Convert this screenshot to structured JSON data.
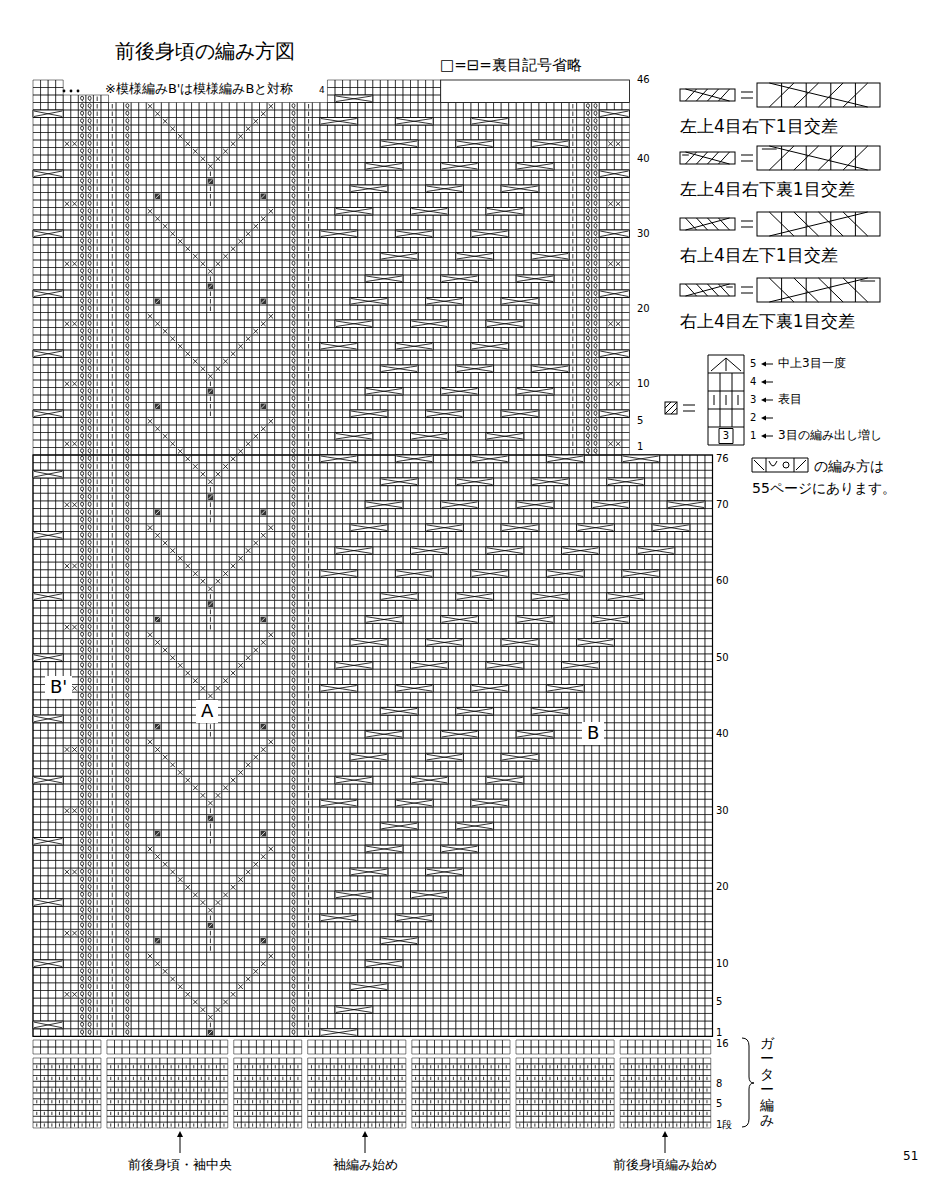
{
  "diagram": {
    "title": "前後身頃の編み方図",
    "labels": [
      "※模様編みB'は模様編みBと対称",
      "□=⊟=裏目記号省略",
      "4",
      "46",
      "40",
      "30",
      "20",
      "10",
      "5",
      "1",
      "76",
      "70",
      "60",
      "50",
      "40",
      "30",
      "20",
      "10",
      "5",
      "1",
      "16",
      "8",
      "5",
      "1段",
      "ガーター編み",
      "B'",
      "A",
      "B",
      "前後身頃・袖中央",
      "袖編み始め",
      "前後身頃編み始め",
      "5",
      "4",
      "3",
      "2",
      "1",
      "中上3目一度",
      "表目",
      "3目の編み出し増し",
      "3",
      "の編み方は 55ページにあります。",
      "51"
    ],
    "legend": [
      {
        "text": "左上4目右下1目交差"
      },
      {
        "text": "左上4目右下裏1目交差"
      },
      {
        "text": "右上4目左下1目交差"
      },
      {
        "text": "右上4目左下裏1目交差"
      }
    ]
  }
}
